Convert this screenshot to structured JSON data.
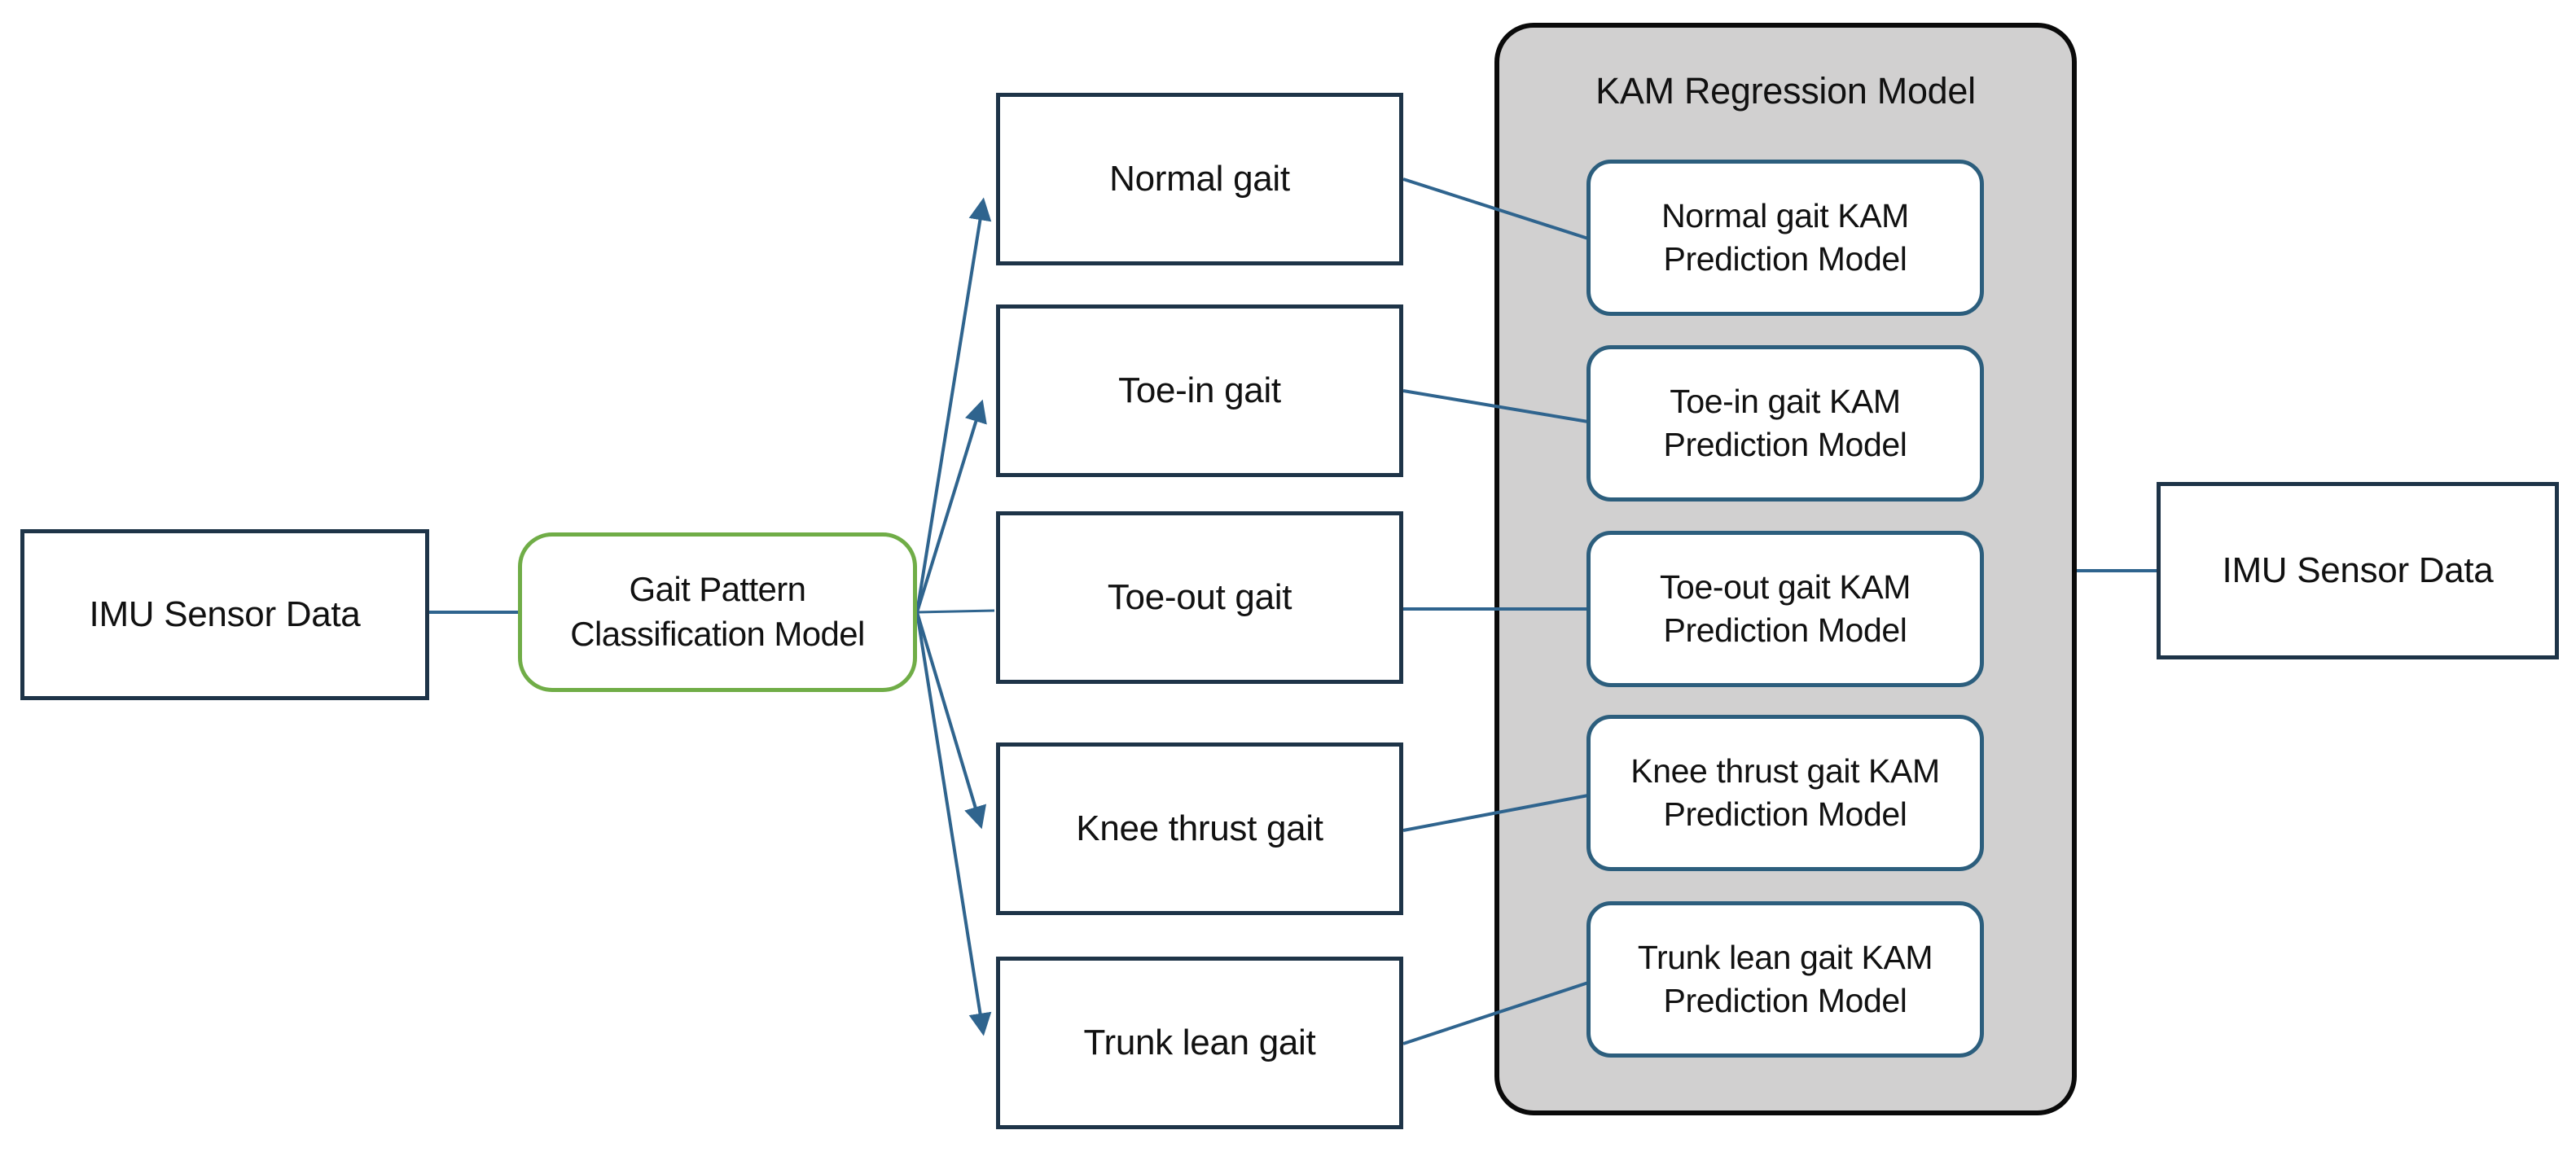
{
  "diagram": {
    "left_input": {
      "label": "IMU Sensor Data"
    },
    "classifier": {
      "label": "Gait Pattern\nClassification Model"
    },
    "gait_classes": [
      {
        "label": "Normal gait"
      },
      {
        "label": "Toe-in gait"
      },
      {
        "label": "Toe-out gait"
      },
      {
        "label": "Knee thrust gait"
      },
      {
        "label": "Trunk lean gait"
      }
    ],
    "kam_regression": {
      "title": "KAM Regression Model",
      "models": [
        {
          "label": "Normal gait KAM\nPrediction Model"
        },
        {
          "label": "Toe-in gait KAM\nPrediction Model"
        },
        {
          "label": "Toe-out gait KAM\nPrediction Model"
        },
        {
          "label": "Knee thrust gait KAM\nPrediction Model"
        },
        {
          "label": "Trunk lean gait KAM\nPrediction Model"
        }
      ]
    },
    "right_output": {
      "label": "IMU Sensor Data"
    },
    "colors": {
      "box_border": "#1e3448",
      "rounded_border": "#2c5e7d",
      "classifier_border": "#70ad47",
      "connector": "#2f648e",
      "container_fill": "#d1d0d0",
      "container_border": "#0a0a0a",
      "text": "#111111",
      "background": "#ffffff"
    }
  }
}
